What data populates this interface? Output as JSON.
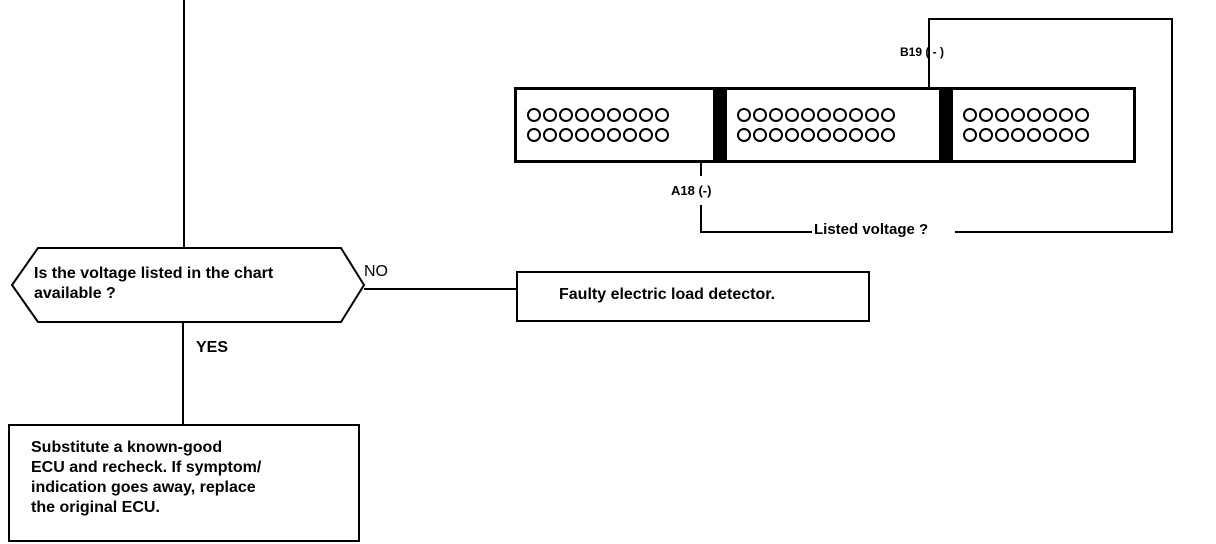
{
  "diagram": {
    "decision": {
      "text": "Is the voltage listed in the chart\navailable ?",
      "no_label": "NO",
      "yes_label": "YES"
    },
    "result_no": {
      "text": "Faulty electric load detector."
    },
    "result_yes": {
      "text": "Substitute  a  known-good\nECU and recheck.  If symptom/\nindication goes away, replace\nthe original ECU."
    },
    "connector": {
      "terminal_top": "B19 ( - )",
      "terminal_bottom": "A18 (-)",
      "measurement_label": "Listed voltage ?",
      "blocks": [
        {
          "pins_per_row": 9
        },
        {
          "pins_per_row": 10
        },
        {
          "pins_per_row": 8
        }
      ]
    }
  }
}
